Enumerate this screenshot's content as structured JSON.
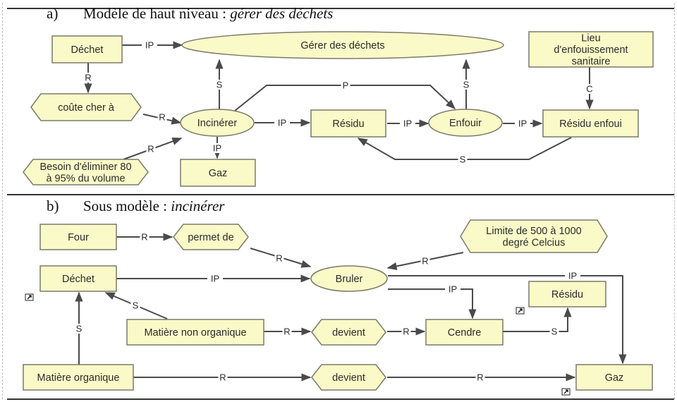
{
  "colors": {
    "node_fill": "#fafac8",
    "node_stroke": "#7a7a6a",
    "edge": "#4a4a4a",
    "text": "#2b2b2b"
  },
  "panels": [
    {
      "id": "a",
      "label": "a)",
      "title_plain": "Modèle de haut niveau : ",
      "title_italic": "gérer des déchets",
      "nodes": [
        {
          "id": "dechet",
          "shape": "rect",
          "lines": [
            "Déchet"
          ]
        },
        {
          "id": "gerer",
          "shape": "ellipse",
          "lines": [
            "Gérer des déchets"
          ]
        },
        {
          "id": "lieu",
          "shape": "rect",
          "lines": [
            "Lieu",
            "d'enfouissement",
            "sanitaire"
          ]
        },
        {
          "id": "coute",
          "shape": "hexagon",
          "lines": [
            "coûte cher à"
          ]
        },
        {
          "id": "incinerer",
          "shape": "ellipse",
          "lines": [
            "Incinérer"
          ]
        },
        {
          "id": "residu",
          "shape": "rect",
          "lines": [
            "Résidu"
          ]
        },
        {
          "id": "enfouir",
          "shape": "ellipse",
          "lines": [
            "Enfouir"
          ]
        },
        {
          "id": "residu_enfoui",
          "shape": "rect",
          "lines": [
            "Résidu enfoui"
          ]
        },
        {
          "id": "besoin",
          "shape": "hexagon",
          "lines": [
            "Besoin d'éliminer 80",
            "à 95% du volume"
          ]
        },
        {
          "id": "gaz",
          "shape": "rect",
          "lines": [
            "Gaz"
          ]
        }
      ],
      "edges": [
        {
          "from": "dechet",
          "to": "gerer",
          "label": "IP"
        },
        {
          "from": "dechet",
          "to": "coute",
          "label": "R"
        },
        {
          "from": "incinerer",
          "to": "gerer",
          "label": "S"
        },
        {
          "from": "incinerer",
          "to": "enfouir",
          "label": "P"
        },
        {
          "from": "enfouir",
          "to": "gerer",
          "label": "S"
        },
        {
          "from": "lieu",
          "to": "residu_enfoui",
          "label": "C"
        },
        {
          "from": "coute",
          "to": "incinerer",
          "label": "R"
        },
        {
          "from": "besoin",
          "to": "incinerer",
          "label": "R"
        },
        {
          "from": "incinerer",
          "to": "residu",
          "label": "IP"
        },
        {
          "from": "incinerer",
          "to": "gaz",
          "label": "IP"
        },
        {
          "from": "residu",
          "to": "enfouir",
          "label": "IP"
        },
        {
          "from": "enfouir",
          "to": "residu_enfoui",
          "label": "IP"
        },
        {
          "from": "residu_enfoui",
          "to": "residu",
          "label": "S"
        }
      ]
    },
    {
      "id": "b",
      "label": "b)",
      "title_plain": "Sous modèle : ",
      "title_italic": "incinérer",
      "nodes": [
        {
          "id": "four",
          "shape": "rect",
          "lines": [
            "Four"
          ]
        },
        {
          "id": "permet",
          "shape": "hexagon",
          "lines": [
            "permet de"
          ]
        },
        {
          "id": "limite",
          "shape": "hexagon",
          "lines": [
            "Limite de 500 à 1000",
            "degré Celcius"
          ]
        },
        {
          "id": "dechet_b",
          "shape": "rect",
          "lines": [
            "Déchet"
          ]
        },
        {
          "id": "bruler",
          "shape": "ellipse",
          "lines": [
            "Bruler"
          ]
        },
        {
          "id": "residu_b",
          "shape": "rect",
          "lines": [
            "Résidu"
          ]
        },
        {
          "id": "mno",
          "shape": "rect",
          "lines": [
            "Matière non organique"
          ]
        },
        {
          "id": "devient1",
          "shape": "hexagon",
          "lines": [
            "devient"
          ]
        },
        {
          "id": "cendre",
          "shape": "rect",
          "lines": [
            "Cendre"
          ]
        },
        {
          "id": "mo",
          "shape": "rect",
          "lines": [
            "Matière organique"
          ]
        },
        {
          "id": "devient2",
          "shape": "hexagon",
          "lines": [
            "devient"
          ]
        },
        {
          "id": "gaz_b",
          "shape": "rect",
          "lines": [
            "Gaz"
          ]
        }
      ],
      "edges": [
        {
          "from": "four",
          "to": "permet",
          "label": "R"
        },
        {
          "from": "permet",
          "to": "bruler",
          "label": "R"
        },
        {
          "from": "limite",
          "to": "bruler",
          "label": "R"
        },
        {
          "from": "dechet_b",
          "to": "bruler",
          "label": "IP"
        },
        {
          "from": "bruler",
          "to": "gaz_b",
          "label": "IP"
        },
        {
          "from": "bruler",
          "to": "cendre",
          "label": "IP"
        },
        {
          "from": "mno",
          "to": "dechet_b",
          "label": "S"
        },
        {
          "from": "mo",
          "to": "dechet_b",
          "label": "S"
        },
        {
          "from": "mno",
          "to": "devient1",
          "label": "R"
        },
        {
          "from": "devient1",
          "to": "cendre",
          "label": "R"
        },
        {
          "from": "cendre",
          "to": "residu_b",
          "label": "S"
        },
        {
          "from": "mo",
          "to": "devient2",
          "label": "R"
        },
        {
          "from": "devient2",
          "to": "gaz_b",
          "label": "R"
        }
      ]
    }
  ]
}
